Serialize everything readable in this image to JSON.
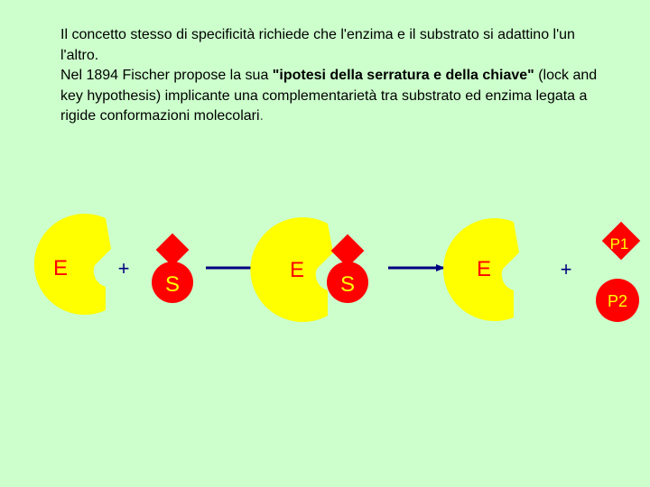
{
  "paragraph1": "Il concetto stesso di specificità richiede che l'enzima e il substrato si adattino l'un l'altro.",
  "paragraph2": {
    "before": "Nel 1894 Fischer propose la sua ",
    "bold": "\"ipotesi della serratura e della chiave\"",
    "after": " (lock and key hypothesis) implicante una complementarietà tra substrato ed enzima legata a rigide conformazioni molecolari",
    "end": "."
  },
  "diagram": {
    "enzyme_label": "E",
    "substrate_label": "S",
    "plus_sign": "+",
    "product1_label": "P1",
    "product2_label": "P2",
    "colors": {
      "background": "#ccffcc",
      "enzyme": "#ffff00",
      "substrate": "#ff0000",
      "enzyme_text": "#ff0000",
      "substrate_text": "#ffff00",
      "arrow": "#000080"
    }
  }
}
